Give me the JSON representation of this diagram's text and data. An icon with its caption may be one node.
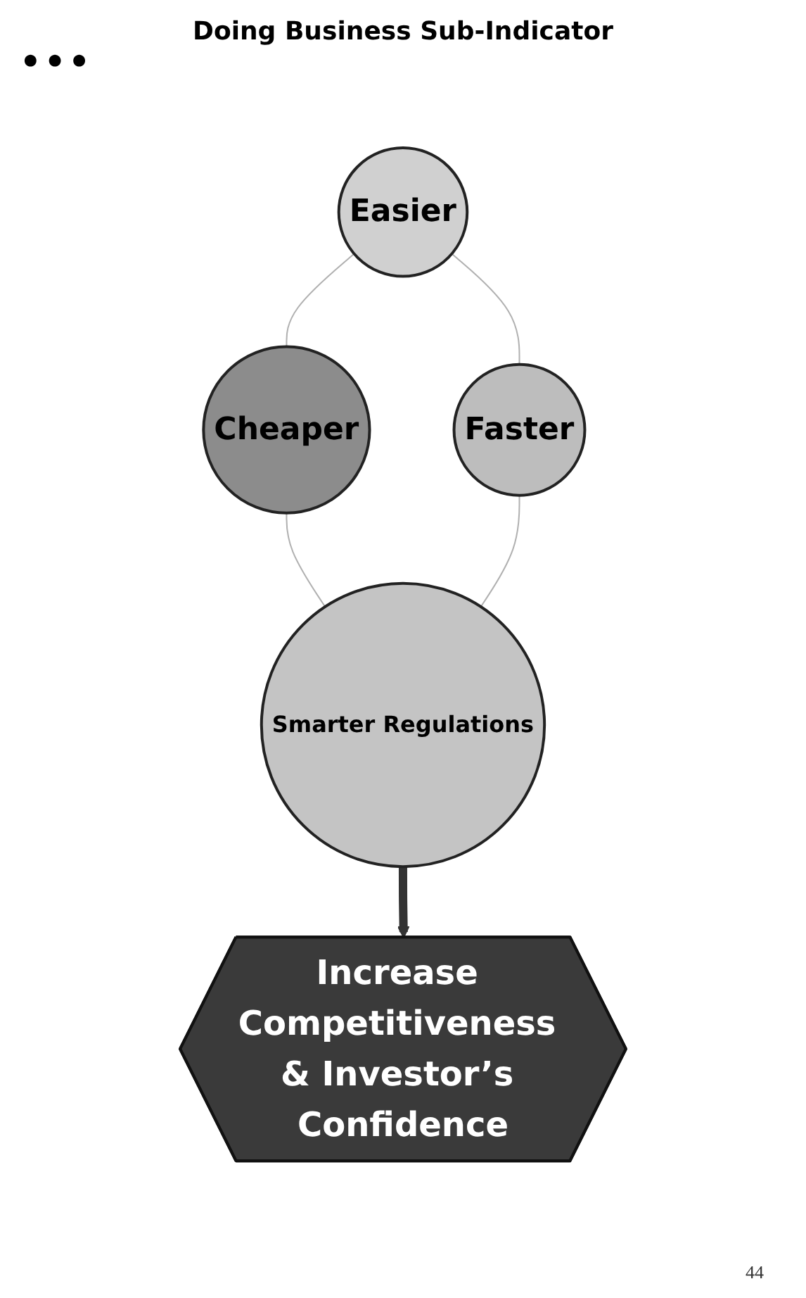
{
  "diagram": {
    "nodes": [
      {
        "text": [
          "Easier"
        ]
      },
      {
        "text": [
          "Faster"
        ]
      },
      {
        "text": [
          "Cheaper"
        ]
      },
      {
        "text": [
          "Smarter Regulations"
        ]
      },
      {
        "text": [
          "Increase Competitiveness & Investor’s Confidence"
        ]
      }
    ],
    "edges": [
      {
        "from": 0,
        "to": 2,
        "arrow": "none",
        "color": "#b0b0b0"
      },
      {
        "from": 2,
        "to": 3,
        "arrow": "none",
        "color": "#b0b0b0"
      },
      {
        "from": 0,
        "to": 1,
        "arrow": "none",
        "color": "#b0b0b0"
      },
      {
        "from": 1,
        "to": 3,
        "arrow": "none",
        "color": "#b0b0b0"
      },
      {
        "from": 3,
        "to": 4,
        "arrow": "to",
        "style": "thick",
        "color": "#333333"
      }
    ],
    "labels": [
      "•••",
      "Doing Business Sub-Indicator",
      "44"
    ]
  }
}
